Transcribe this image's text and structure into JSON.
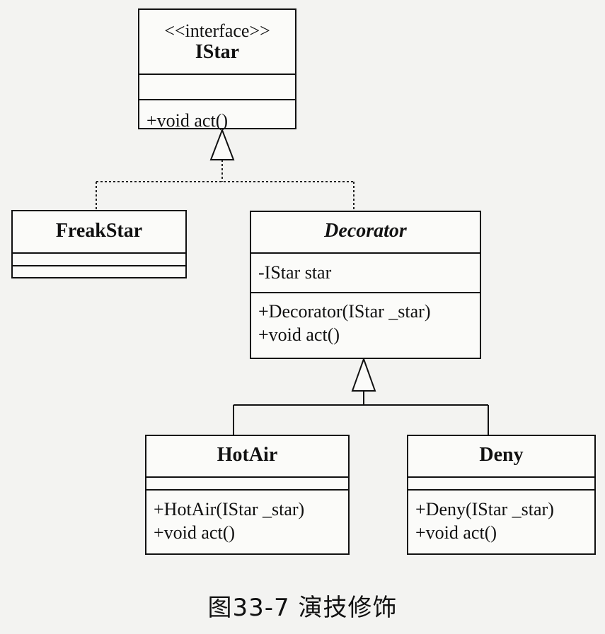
{
  "classes": {
    "istar": {
      "stereotype": "<<interface>>",
      "name": "IStar",
      "methods": [
        "+void act()"
      ]
    },
    "freakstar": {
      "name": "FreakStar"
    },
    "decorator": {
      "name": "Decorator",
      "attributes": [
        "-IStar star"
      ],
      "methods": [
        "+Decorator(IStar _star)",
        "+void act()"
      ]
    },
    "hotair": {
      "name": "HotAir",
      "methods": [
        "+HotAir(IStar _star)",
        "+void act()"
      ]
    },
    "deny": {
      "name": "Deny",
      "methods": [
        "+Deny(IStar _star)",
        "+void act()"
      ]
    }
  },
  "caption": "图33-7   演技修饰"
}
